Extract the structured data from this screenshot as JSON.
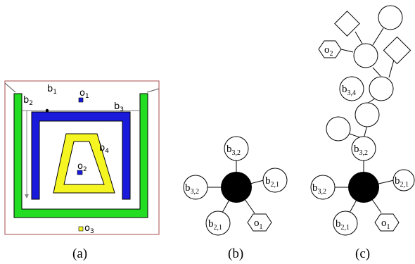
{
  "captions": {
    "a": "(a)",
    "b": "(b)",
    "c": "(c)"
  },
  "colors": {
    "frame": "#b86a6a",
    "green": "#22dd22",
    "blue": "#1a1add",
    "yellow": "#f5f522",
    "black": "#000000",
    "white": "#ffffff"
  },
  "panel_a": {
    "labels": {
      "b1": {
        "base": "b",
        "sub": "1"
      },
      "b2": {
        "base": "b",
        "sub": "2"
      },
      "b3": {
        "base": "b",
        "sub": "3"
      },
      "b4": {
        "base": "b",
        "sub": "4"
      },
      "o1": {
        "base": "o",
        "sub": "1"
      },
      "o2": {
        "base": "o",
        "sub": "2"
      },
      "o3": {
        "base": "o",
        "sub": "3"
      }
    }
  },
  "panel_b": {
    "nodes": [
      {
        "base": "b",
        "sub": "3,2",
        "shape": "circle"
      },
      {
        "base": "b",
        "sub": "3,2",
        "shape": "circle"
      },
      {
        "base": "b",
        "sub": "2,1",
        "shape": "circle"
      },
      {
        "base": "b",
        "sub": "2,1",
        "shape": "circle"
      },
      {
        "base": "o",
        "sub": "1",
        "shape": "hexagon"
      }
    ]
  },
  "panel_c": {
    "nodes": [
      {
        "base": "b",
        "sub": "3,2",
        "shape": "circle"
      },
      {
        "base": "b",
        "sub": "3,2",
        "shape": "circle"
      },
      {
        "base": "b",
        "sub": "2,1",
        "shape": "circle"
      },
      {
        "base": "b",
        "sub": "2,1",
        "shape": "circle"
      },
      {
        "base": "o",
        "sub": "1",
        "shape": "hexagon"
      },
      {
        "base": "b",
        "sub": "3,4",
        "shape": "circle"
      },
      {
        "base": "o",
        "sub": "2",
        "shape": "hexagon"
      }
    ]
  }
}
